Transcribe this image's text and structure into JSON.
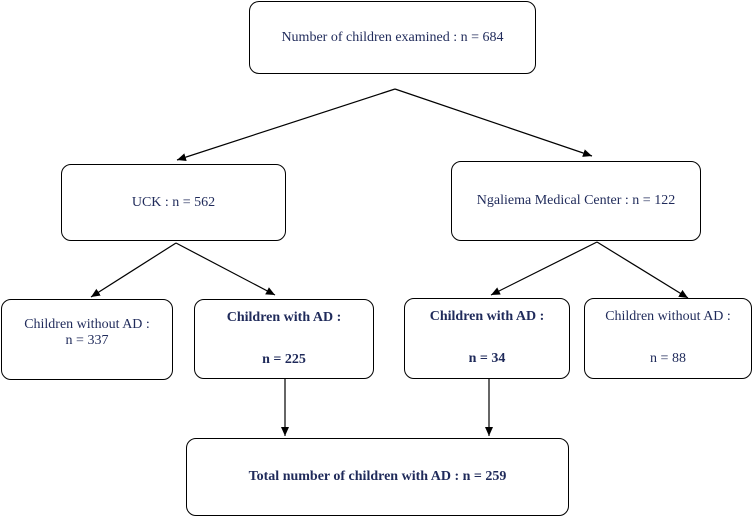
{
  "nodes": {
    "root": {
      "label": "Number of children examined : n = 684"
    },
    "uck": {
      "label": "UCK : n = 562"
    },
    "ngaliema": {
      "label": "Ngaliema Medical Center : n = 122"
    },
    "uck_without_ad": {
      "line1": "Children without  AD :",
      "line2": "n = 337"
    },
    "uck_with_ad": {
      "line1": "Children with AD :",
      "line2": "n = 225"
    },
    "ngaliema_with_ad": {
      "line1": "Children with AD :",
      "line2": "n = 34"
    },
    "ngaliema_without_ad": {
      "line1": "Children without AD :",
      "line2": "n = 88"
    },
    "total": {
      "label": "Total number of children with AD : n = 259"
    }
  },
  "colors": {
    "text": "#1f2a5a",
    "border": "#000000",
    "arrow": "#000000"
  }
}
